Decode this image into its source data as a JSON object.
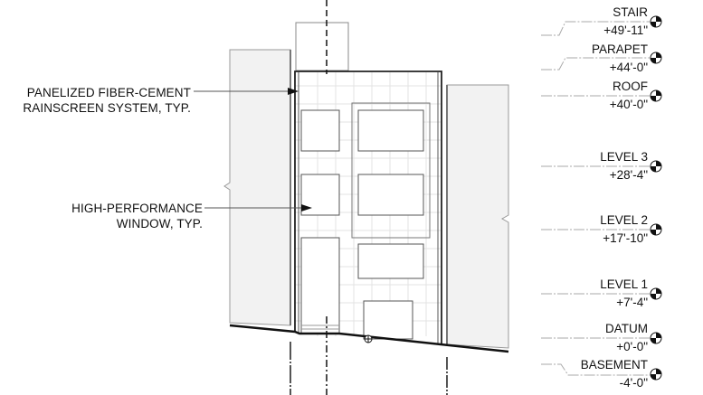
{
  "annotations": [
    {
      "line1": "PANELIZED FIBER-CEMENT",
      "line2": "RAINSCREEN SYSTEM, TYP."
    },
    {
      "line1": "HIGH-PERFORMANCE",
      "line2": "WINDOW, TYP."
    }
  ],
  "levels": [
    {
      "name": "STAIR",
      "elevation": "+49'-11\""
    },
    {
      "name": "PARAPET",
      "elevation": "+44'-0\""
    },
    {
      "name": "ROOF",
      "elevation": "+40'-0\""
    },
    {
      "name": "LEVEL 3",
      "elevation": "+28'-4\""
    },
    {
      "name": "LEVEL 2",
      "elevation": "+17'-10\""
    },
    {
      "name": "LEVEL 1",
      "elevation": "+7'-4\""
    },
    {
      "name": "DATUM",
      "elevation": "+0'-0\""
    },
    {
      "name": "BASEMENT",
      "elevation": "-4'-0\""
    }
  ],
  "colors": {
    "line": "#111111",
    "neighbor_fill": "#f2f2f2",
    "grid": "#e2e2e2",
    "gray_line": "#888888"
  }
}
